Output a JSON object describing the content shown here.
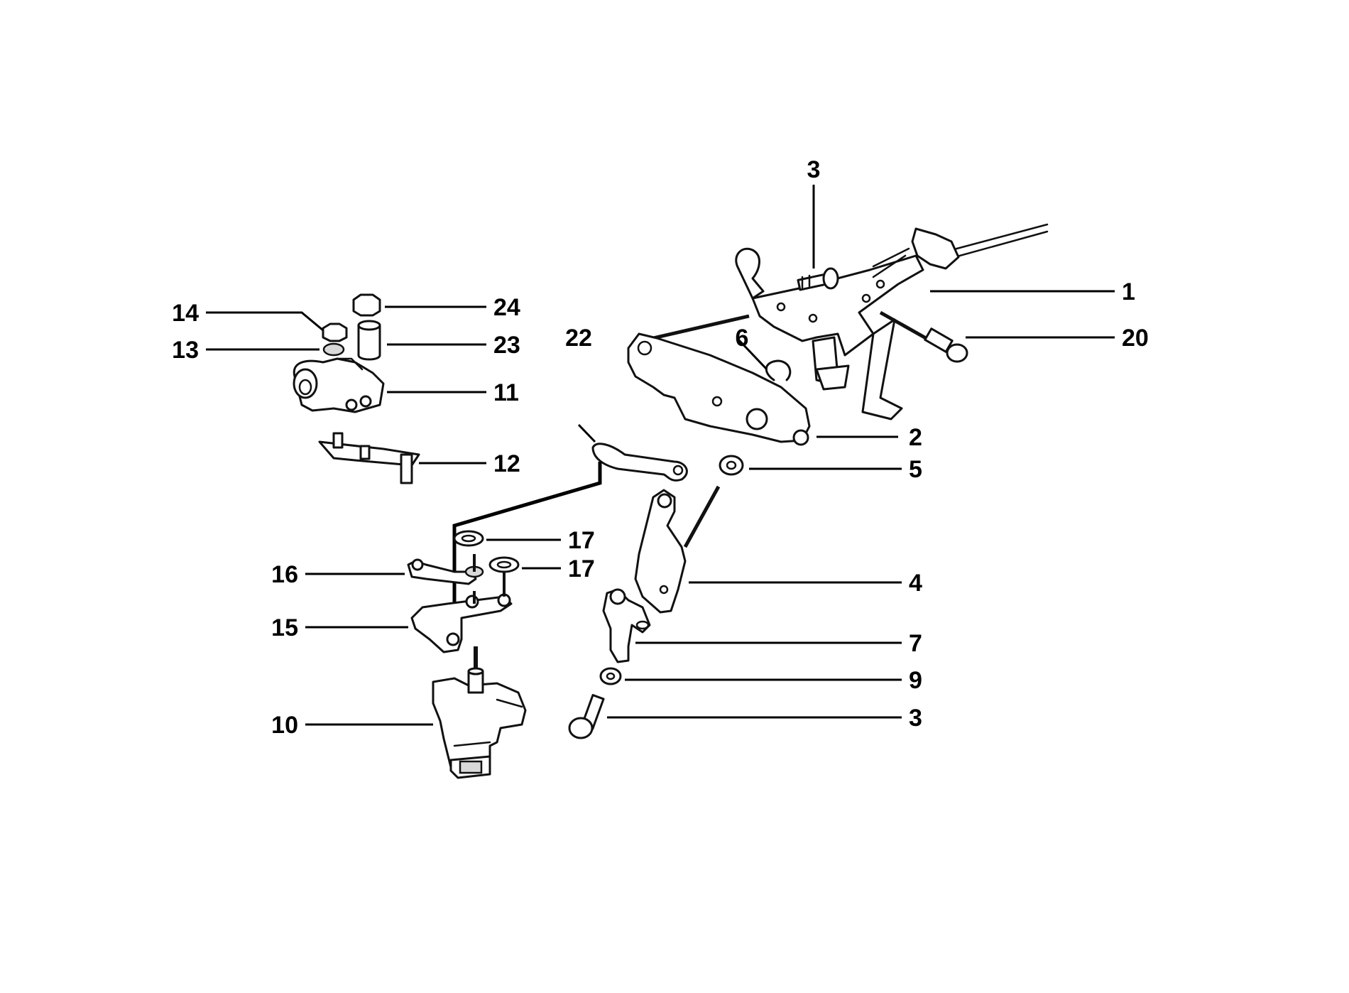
{
  "diagram": {
    "callouts": [
      {
        "id": "c-3-top",
        "label": "3"
      },
      {
        "id": "c-1",
        "label": "1"
      },
      {
        "id": "c-20",
        "label": "20"
      },
      {
        "id": "c-2",
        "label": "2"
      },
      {
        "id": "c-5",
        "label": "5"
      },
      {
        "id": "c-4",
        "label": "4"
      },
      {
        "id": "c-7",
        "label": "7"
      },
      {
        "id": "c-9",
        "label": "9"
      },
      {
        "id": "c-3-bottom",
        "label": "3"
      },
      {
        "id": "c-6",
        "label": "6"
      },
      {
        "id": "c-22",
        "label": "22"
      },
      {
        "id": "c-24",
        "label": "24"
      },
      {
        "id": "c-23",
        "label": "23"
      },
      {
        "id": "c-14",
        "label": "14"
      },
      {
        "id": "c-13",
        "label": "13"
      },
      {
        "id": "c-11",
        "label": "11"
      },
      {
        "id": "c-12",
        "label": "12"
      },
      {
        "id": "c-17-a",
        "label": "17"
      },
      {
        "id": "c-17-b",
        "label": "17"
      },
      {
        "id": "c-16",
        "label": "16"
      },
      {
        "id": "c-15",
        "label": "15"
      },
      {
        "id": "c-10",
        "label": "10"
      }
    ]
  }
}
